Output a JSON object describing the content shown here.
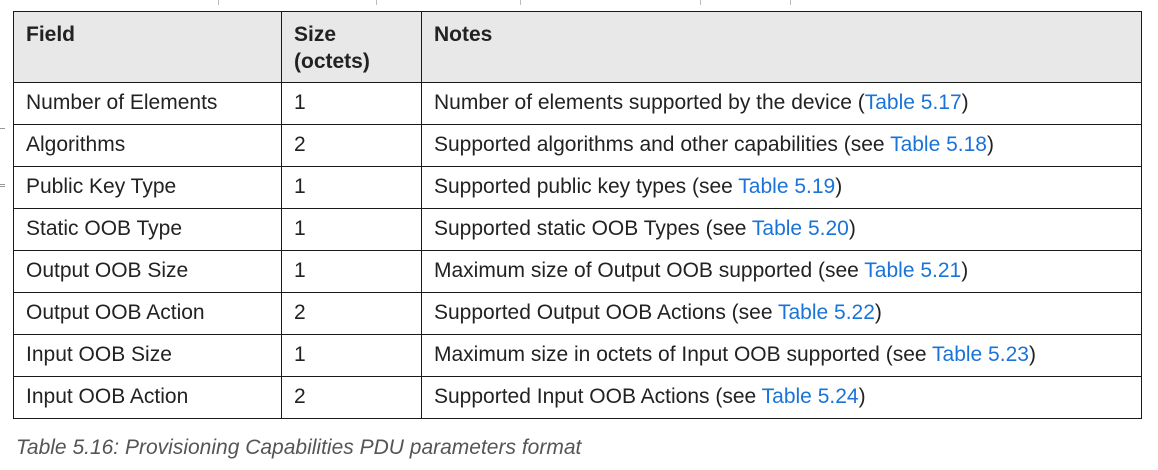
{
  "table": {
    "headers": {
      "field": "Field",
      "size": "Size (octets)",
      "notes": "Notes"
    },
    "rows": [
      {
        "field": "Number of Elements",
        "size": "1",
        "notes_text": "Number of elements supported by the device (",
        "notes_link": "Table 5.17",
        "notes_tail": ")"
      },
      {
        "field": "Algorithms",
        "size": "2",
        "notes_text": "Supported algorithms and other capabilities (see ",
        "notes_link": "Table 5.18",
        "notes_tail": ")"
      },
      {
        "field": "Public Key Type",
        "size": "1",
        "notes_text": "Supported public key types (see ",
        "notes_link": "Table 5.19",
        "notes_tail": ")"
      },
      {
        "field": "Static OOB Type",
        "size": "1",
        "notes_text": "Supported static OOB Types (see ",
        "notes_link": "Table 5.20",
        "notes_tail": ")"
      },
      {
        "field": "Output OOB Size",
        "size": "1",
        "notes_text": "Maximum size of Output OOB supported (see ",
        "notes_link": "Table 5.21",
        "notes_tail": ")"
      },
      {
        "field": "Output OOB Action",
        "size": "2",
        "notes_text": "Supported Output OOB Actions (see ",
        "notes_link": "Table 5.22",
        "notes_tail": ")"
      },
      {
        "field": "Input OOB Size",
        "size": "1",
        "notes_text": "Maximum size in octets of Input OOB supported (see ",
        "notes_link": "Table 5.23",
        "notes_tail": ")"
      },
      {
        "field": "Input OOB Action",
        "size": "2",
        "notes_text": "Supported Input OOB Actions (see ",
        "notes_link": "Table 5.24",
        "notes_tail": ")"
      }
    ]
  },
  "caption": "Table 5.16: Provisioning Capabilities PDU parameters format",
  "colors": {
    "link": "#1a73d8",
    "header_bg": "#e8e8e8",
    "border": "#1a1a1a",
    "caption": "#555555"
  }
}
